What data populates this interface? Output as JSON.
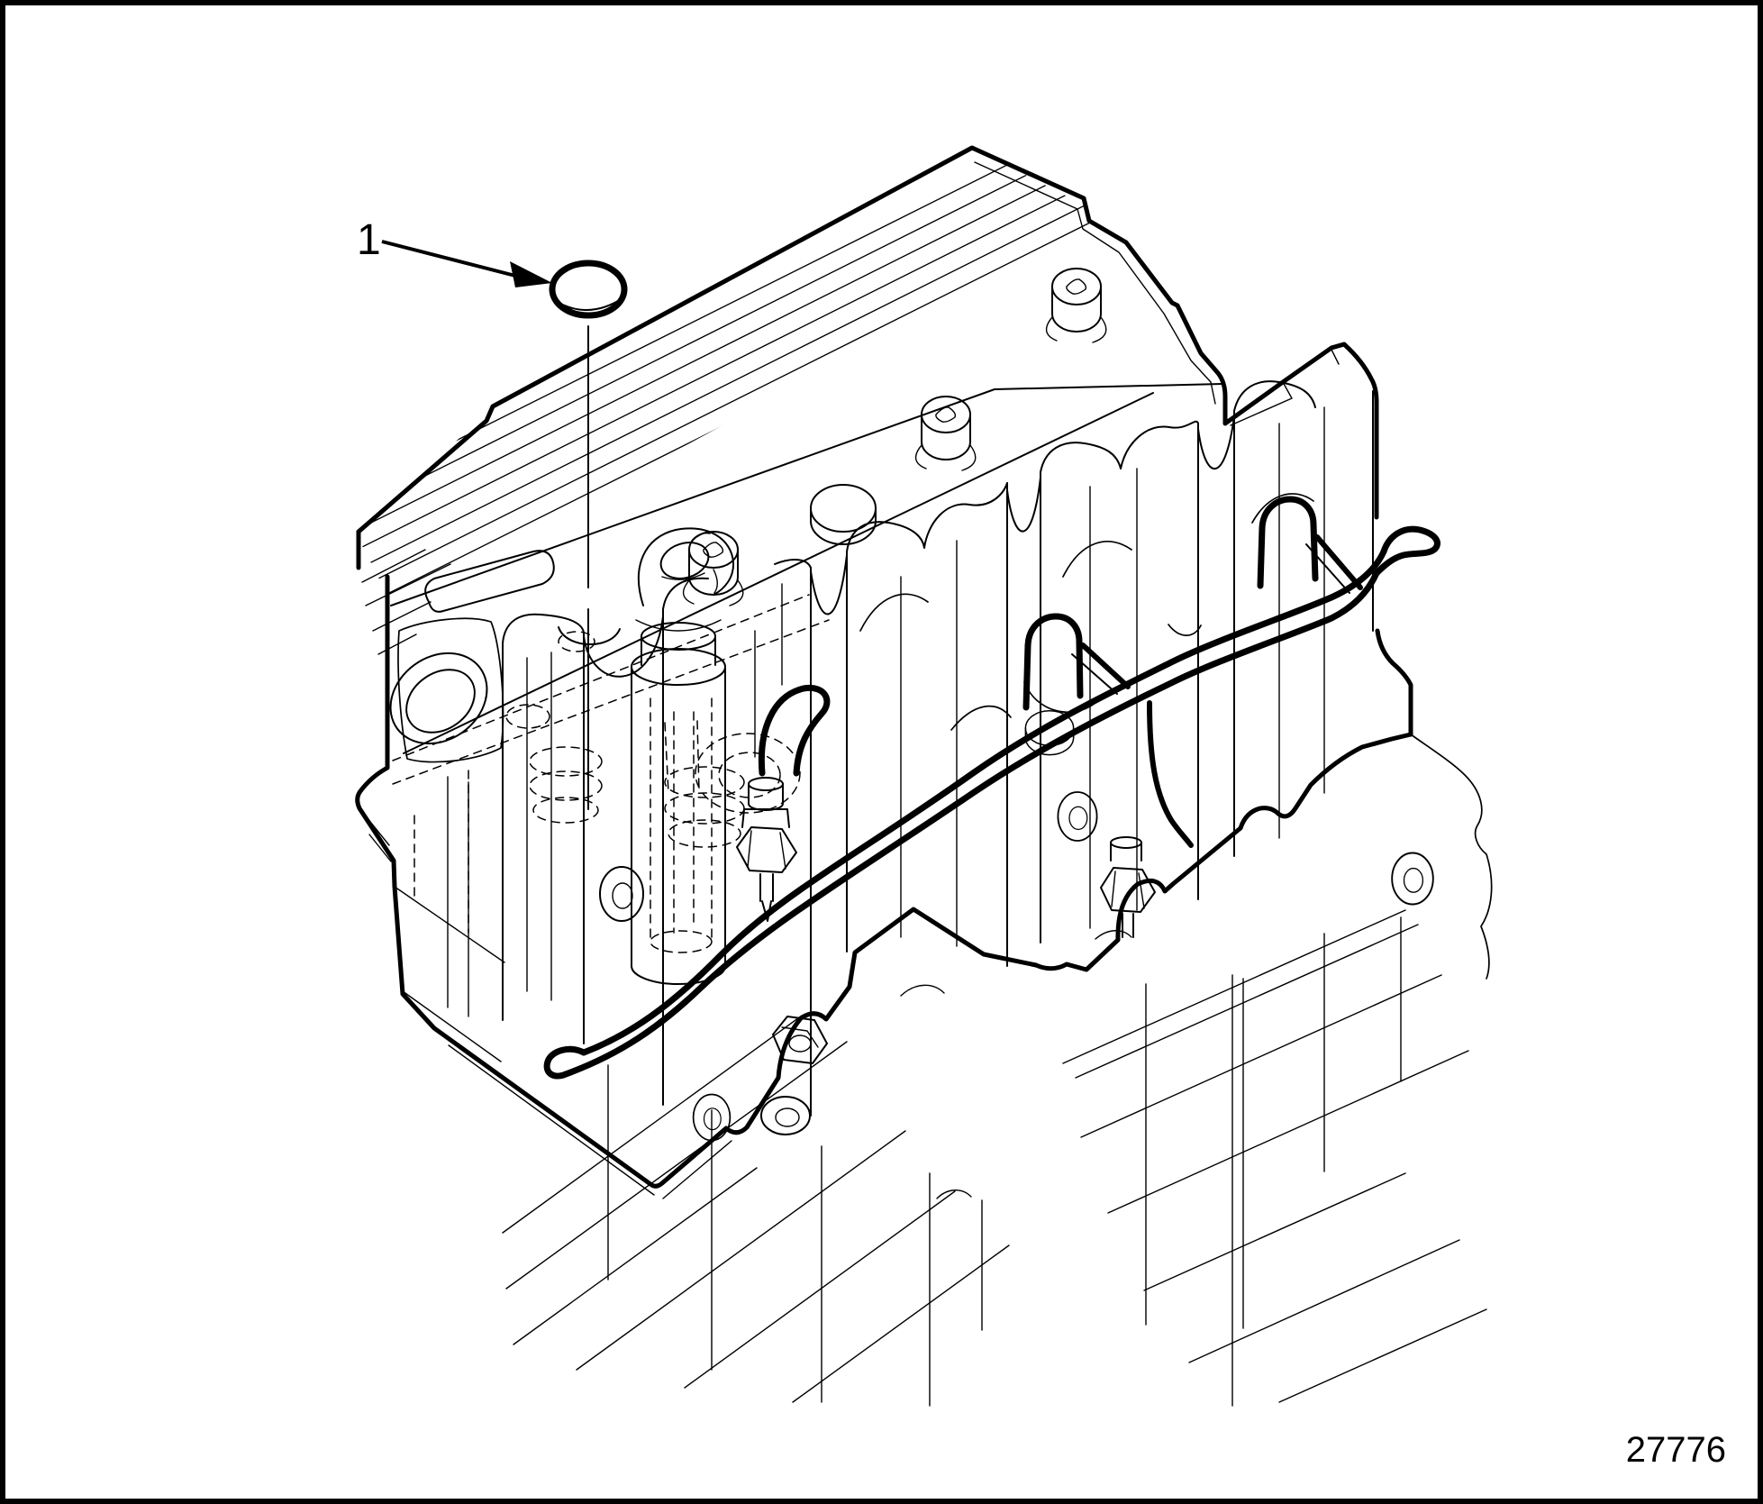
{
  "figure": {
    "type": "technical-parts-illustration",
    "callout": {
      "label": "1",
      "points_to": "cup-plug"
    },
    "figure_number": "27776"
  },
  "colors": {
    "line": "#000000",
    "background": "#ffffff"
  }
}
